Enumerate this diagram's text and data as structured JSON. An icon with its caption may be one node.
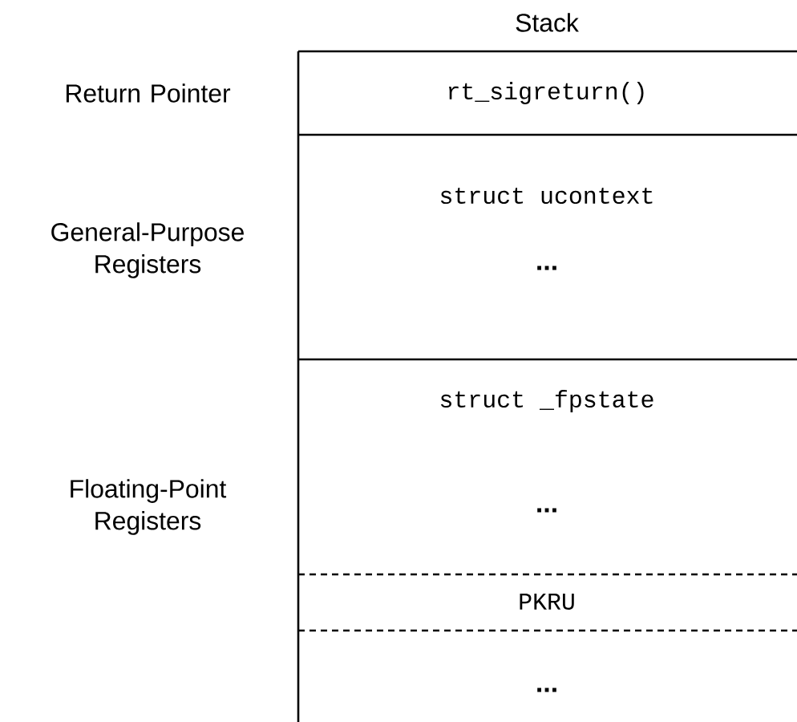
{
  "diagram": {
    "title": "Stack",
    "nodes": [
      {
        "text": [
          "rt_sigreturn()"
        ]
      },
      {
        "text": [
          "struct ucontext",
          "..."
        ]
      },
      {
        "text": [
          "struct _fpstate",
          "..."
        ]
      },
      {
        "text": [
          "PKRU"
        ]
      },
      {
        "text": [
          "..."
        ]
      }
    ],
    "edges": [],
    "labels": [
      "Return Pointer",
      "General-Purpose Registers",
      "Floating-Point Registers"
    ]
  }
}
